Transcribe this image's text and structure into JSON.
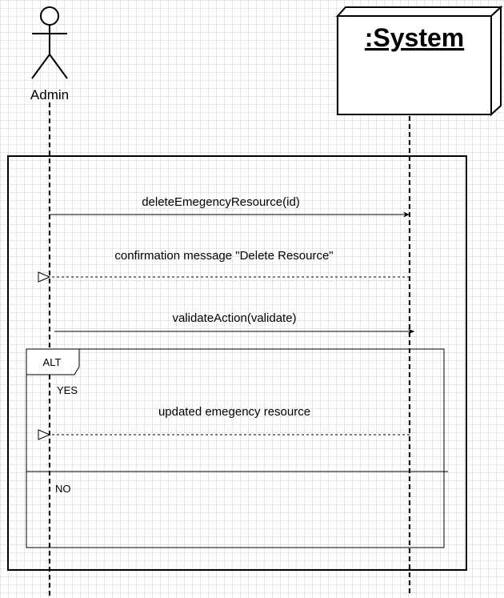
{
  "diagram": {
    "type": "sequence",
    "actor": {
      "name": "Admin"
    },
    "system": {
      "name": ":System"
    },
    "messages": [
      {
        "label": "deleteEmegencyResource(id)",
        "direction": "to-system",
        "style": "solid"
      },
      {
        "label": "confirmation message \"Delete Resource\"",
        "direction": "to-actor",
        "style": "dashed"
      },
      {
        "label": "validateAction(validate)",
        "direction": "to-system",
        "style": "solid"
      },
      {
        "label": "updated emegency resource",
        "direction": "to-actor",
        "style": "dashed"
      }
    ],
    "alt": {
      "tag": "ALT",
      "guard_yes": "YES",
      "guard_no": "NO"
    }
  }
}
